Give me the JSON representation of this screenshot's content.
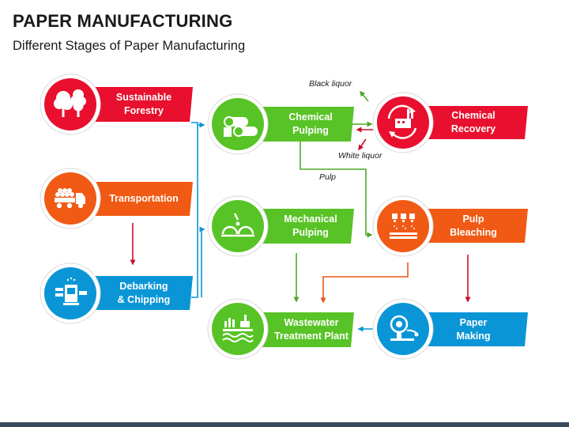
{
  "title": "PAPER MANUFACTURING",
  "subtitle": "Different Stages of Paper Manufacturing",
  "colors": {
    "red": "#e8102e",
    "orange": "#f05a14",
    "blue": "#0a96d6",
    "green": "#58c326",
    "arrow_green": "#4ea82a",
    "arrow_red": "#c8102e",
    "arrow_blue": "#0a96d6",
    "arrow_orange": "#e8561a"
  },
  "stages": {
    "forestry": {
      "line1": "Sustainable",
      "line2": "Forestry",
      "icon": "trees-icon"
    },
    "transportation": {
      "line1": "Transportation",
      "line2": "",
      "icon": "log-truck-icon"
    },
    "debarking": {
      "line1": "Debarking",
      "line2": "& Chipping",
      "icon": "debarking-machine-icon"
    },
    "chemical_pulping": {
      "line1": "Chemical",
      "line2": "Pulping",
      "icon": "paper-rolls-icon"
    },
    "mechanical_pulping": {
      "line1": "Mechanical",
      "line2": "Pulping",
      "icon": "grinder-icon"
    },
    "wastewater": {
      "line1": "Wastewater",
      "line2": "Treatment Plant",
      "icon": "water-plant-icon"
    },
    "chemical_recovery": {
      "line1": "Chemical",
      "line2": "Recovery",
      "icon": "recovery-factory-icon"
    },
    "pulp_bleaching": {
      "line1": "Pulp",
      "line2": "Bleaching",
      "icon": "bleaching-sprayers-icon"
    },
    "paper_making": {
      "line1": "Paper",
      "line2": "Making",
      "icon": "paper-machine-icon"
    }
  },
  "annotations": {
    "black_liquor": "Black liquor",
    "white_liquor": "White liquor",
    "pulp": "Pulp"
  }
}
